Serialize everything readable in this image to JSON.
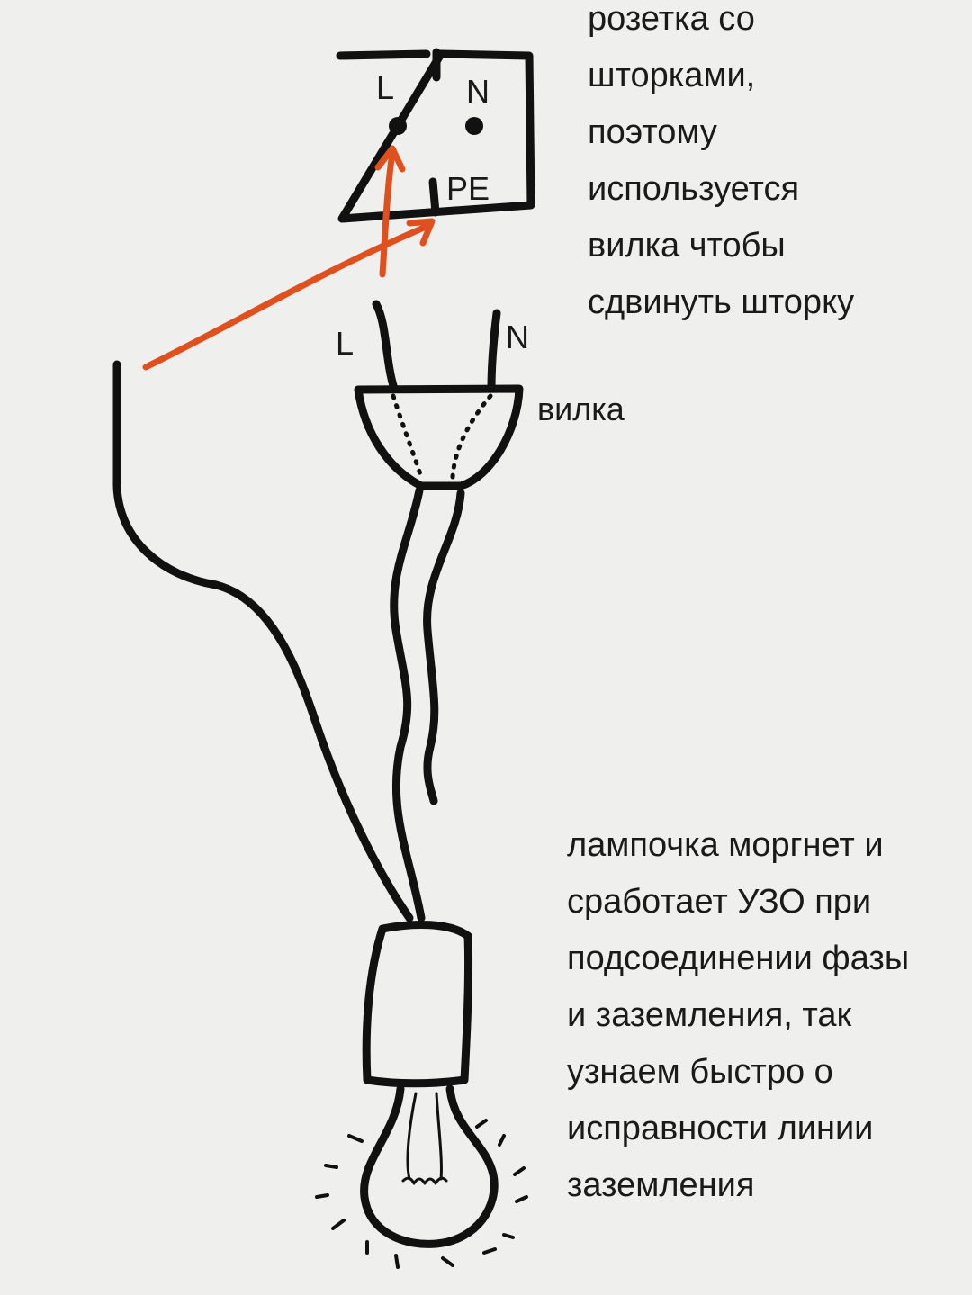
{
  "socket": {
    "label_l": "L",
    "label_n": "N",
    "label_pe": "PE"
  },
  "plug": {
    "label_l": "L",
    "label_n": "N",
    "caption": "вилка"
  },
  "note_top": {
    "lines": [
      "розетка со",
      "шторками,",
      "поэтому",
      "используется",
      "вилка чтобы",
      "сдвинуть шторку"
    ]
  },
  "note_bottom": {
    "lines": [
      "лампочка моргнет и",
      "сработает УЗО при",
      "подсоединении фазы",
      "и заземления, так",
      "узнаем быстро о",
      "исправности линии",
      "заземления"
    ]
  },
  "colors": {
    "ink": "#111111",
    "arrow": "#e0501e",
    "paper": "#efefed"
  }
}
